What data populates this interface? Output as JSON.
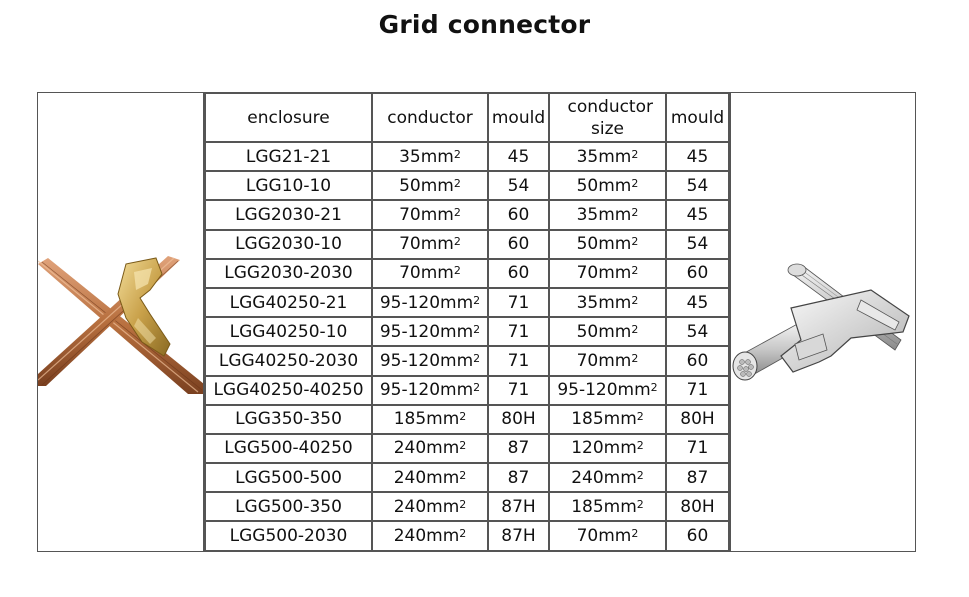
{
  "title": "Grid connector",
  "table": {
    "headers": [
      "enclosure",
      "conductor",
      "mould",
      "conductor size",
      "mould"
    ],
    "unit_suffix": "mm",
    "unit_exponent": "2",
    "rows": [
      {
        "enclosure": "LGG21-21",
        "conductor": "35",
        "mould": "45",
        "conductor_size": "35",
        "mould2": "45"
      },
      {
        "enclosure": "LGG10-10",
        "conductor": "50",
        "mould": "54",
        "conductor_size": "50",
        "mould2": "54"
      },
      {
        "enclosure": "LGG2030-21",
        "conductor": "70",
        "mould": "60",
        "conductor_size": "35",
        "mould2": "45"
      },
      {
        "enclosure": "LGG2030-10",
        "conductor": "70",
        "mould": "60",
        "conductor_size": "50",
        "mould2": "54"
      },
      {
        "enclosure": "LGG2030-2030",
        "conductor": "70",
        "mould": "60",
        "conductor_size": "70",
        "mould2": "60"
      },
      {
        "enclosure": "LGG40250-21",
        "conductor": "95-120",
        "mould": "71",
        "conductor_size": "35",
        "mould2": "45"
      },
      {
        "enclosure": "LGG40250-10",
        "conductor": "95-120",
        "mould": "71",
        "conductor_size": "50",
        "mould2": "54"
      },
      {
        "enclosure": "LGG40250-2030",
        "conductor": "95-120",
        "mould": "71",
        "conductor_size": "70",
        "mould2": "60"
      },
      {
        "enclosure": "LGG40250-40250",
        "conductor": "95-120",
        "mould": "71",
        "conductor_size": "95-120",
        "mould2": "71"
      },
      {
        "enclosure": "LGG350-350",
        "conductor": "185",
        "mould": "80H",
        "conductor_size": "185",
        "mould2": "80H"
      },
      {
        "enclosure": "LGG500-40250",
        "conductor": "240",
        "mould": "87",
        "conductor_size": "120",
        "mould2": "71"
      },
      {
        "enclosure": "LGG500-500",
        "conductor": "240",
        "mould": "87",
        "conductor_size": "240",
        "mould2": "87"
      },
      {
        "enclosure": "LGG500-350",
        "conductor": "240",
        "mould": "87H",
        "conductor_size": "185",
        "mould2": "80H"
      },
      {
        "enclosure": "LGG500-2030",
        "conductor": "240",
        "mould": "87H",
        "conductor_size": "70",
        "mould2": "60"
      }
    ]
  },
  "images": {
    "left": "copper-cable-t-connector-photo",
    "right": "aluminum-cable-t-connector-illustration"
  },
  "colors": {
    "border": "#555555",
    "copper": "#b8703f",
    "brass": "#c9a14a"
  }
}
